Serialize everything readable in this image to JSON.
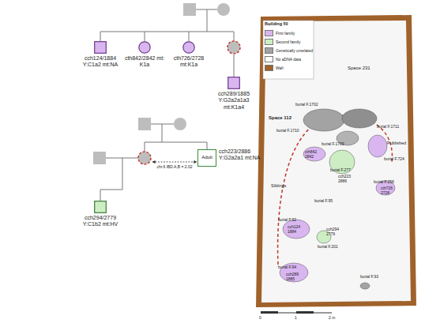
{
  "diagram": {
    "nodes": [
      {
        "text": [
          "cch124/1884 Y:C1a2 mt:NA"
        ]
      },
      {
        "text": [
          "cth842/2842 mt: K1a"
        ]
      },
      {
        "text": [
          "cth726/2728 mt:K1a"
        ]
      },
      {
        "text": [
          "cch289/1885 Y:G2a2a1a3 mt:K1a4"
        ]
      },
      {
        "text": [
          "Adult",
          "cch223/2886 Y:G2a2a1 mt:NA"
        ]
      },
      {
        "text": [
          "cch294/2779 Y:C1b2 mt:HV"
        ]
      }
    ],
    "labels": [
      "Building 50",
      "Space 231",
      "Space 112",
      "burial F.1702",
      "burial F.1710",
      "burial F.1711",
      "burial F.1709",
      "cth842 2842",
      "burial F.724",
      "burial F.277",
      "cch223 2886",
      "burial F.258",
      "cth726 2728",
      "burial F.95",
      "burial F.92",
      "cch124 1884",
      "burial F.201",
      "cch294 2779",
      "burial F.94",
      "cch289 1885",
      "burial F.93",
      "Siblings",
      "Published",
      "0",
      "1",
      "2 m",
      "chr.6 IBD A,B = 2.02"
    ],
    "legend": [
      {
        "text": "First family",
        "color": "#d9b6f0"
      },
      {
        "text": "Second family",
        "color": "#cdeec4"
      },
      {
        "text": "Genetically unrelated",
        "color": "#a3a3a3"
      },
      {
        "text": "No aDNA data",
        "color": "#ffffff"
      },
      {
        "text": "Wall",
        "color": "#a0622b"
      }
    ]
  }
}
